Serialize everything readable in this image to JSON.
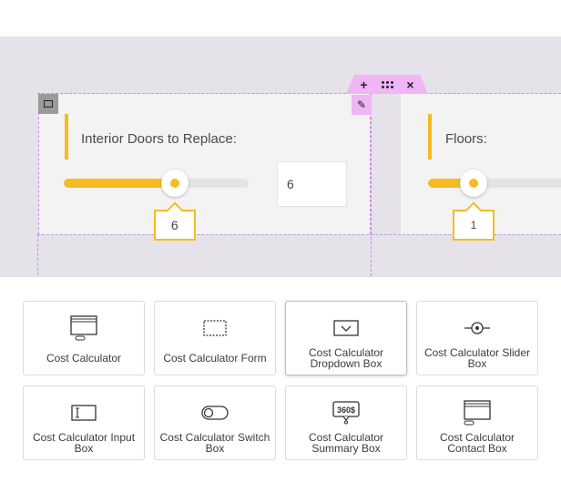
{
  "toolbar": {
    "add_icon": "+",
    "close_icon": "×",
    "edit_icon": "✎"
  },
  "modules": [
    {
      "label": "Interior Doors to Replace:",
      "value": "6",
      "slider_fraction": 0.6,
      "input_value": "6"
    },
    {
      "label": "Floors:",
      "value": "1",
      "slider_fraction": 0.25
    }
  ],
  "widgets": [
    {
      "label": "Cost Calculator",
      "icon": "calculator-window-icon"
    },
    {
      "label": "Cost Calculator Form",
      "icon": "form-frame-icon"
    },
    {
      "label": "Cost Calculator Dropdown Box",
      "icon": "dropdown-box-icon",
      "selected": true
    },
    {
      "label": "Cost Calculator Slider Box",
      "icon": "slider-icon"
    },
    {
      "label": "Cost Calculator Input Box",
      "icon": "input-box-icon"
    },
    {
      "label": "Cost Calculator Switch Box",
      "icon": "switch-icon"
    },
    {
      "label": "Cost Calculator Summary Box",
      "icon": "summary-360-icon",
      "icon_text": "360$"
    },
    {
      "label": "Cost Calculator Contact Box",
      "icon": "contact-window-icon"
    }
  ],
  "colors": {
    "accent": "#f6bb21",
    "builder_highlight": "#f0b5f5",
    "canvas_bg": "#e5e2ea"
  }
}
